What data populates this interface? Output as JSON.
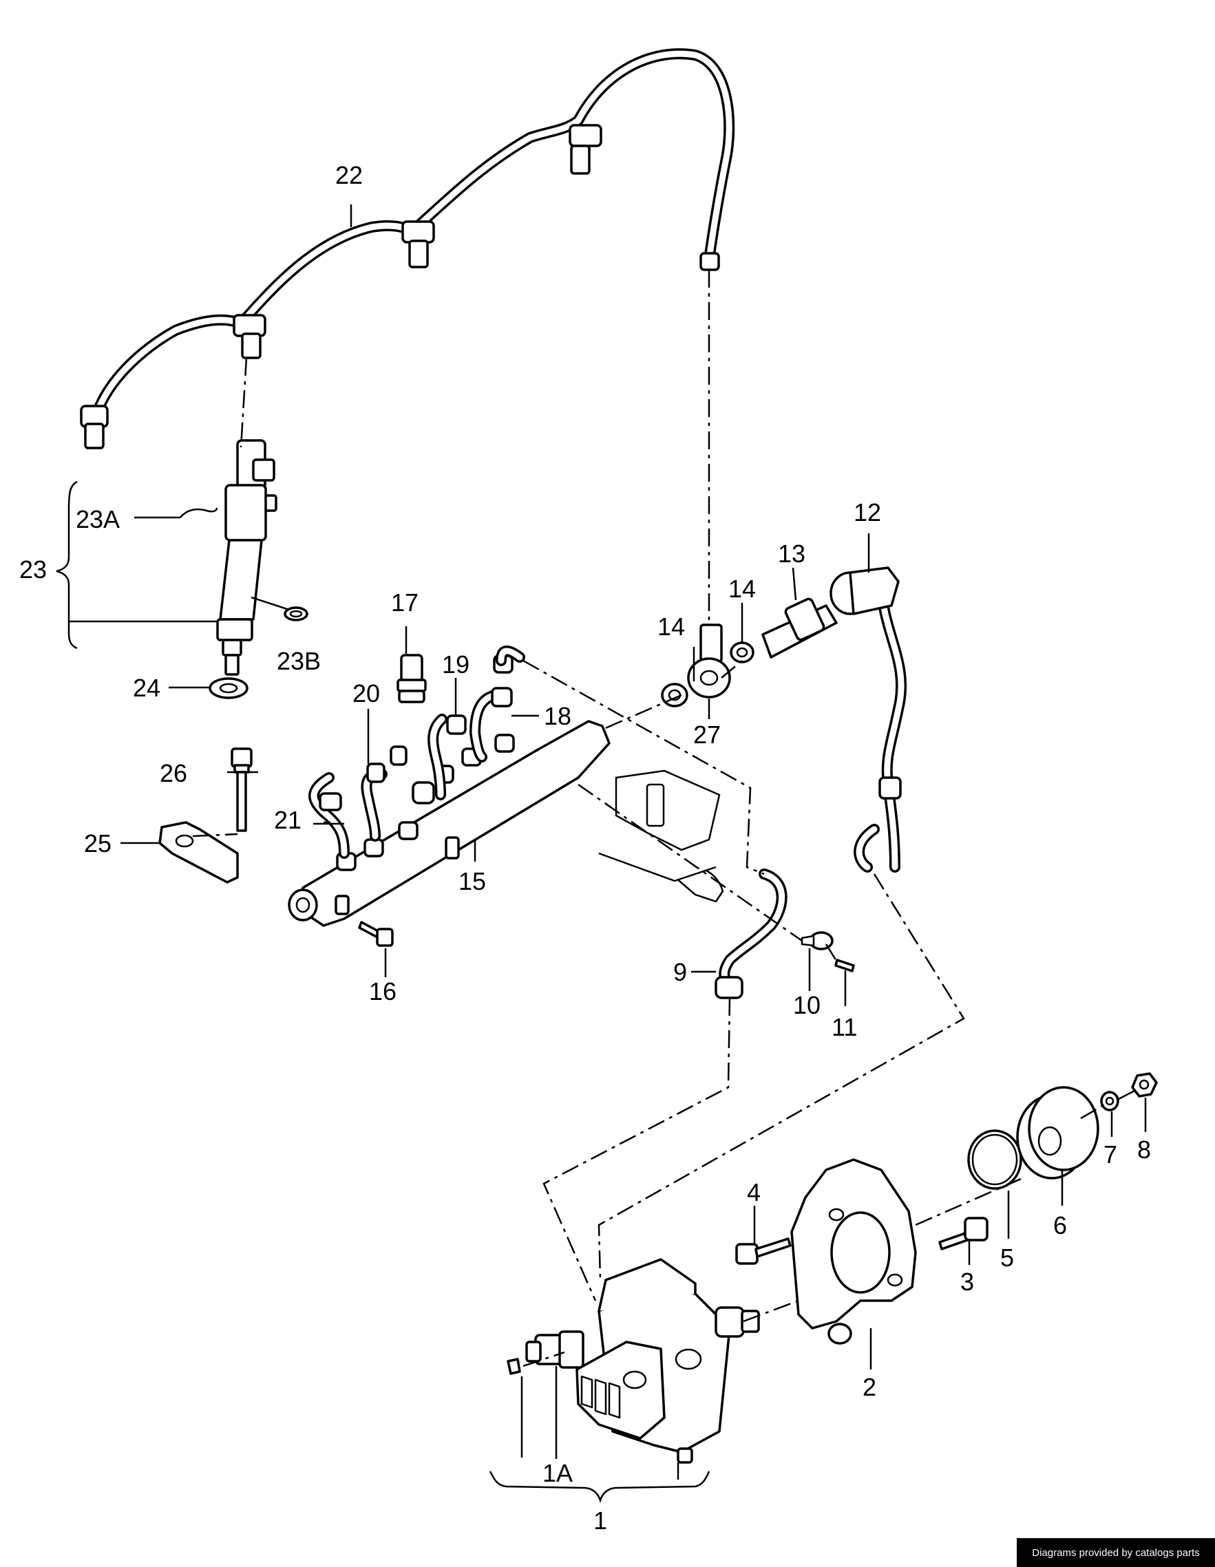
{
  "callouts": {
    "c1": "1",
    "c1A": "1A",
    "c2": "2",
    "c3": "3",
    "c4": "4",
    "c5": "5",
    "c6": "6",
    "c7": "7",
    "c8": "8",
    "c9": "9",
    "c10": "10",
    "c11": "11",
    "c12": "12",
    "c13": "13",
    "c14a": "14",
    "c14b": "14",
    "c15": "15",
    "c16": "16",
    "c17": "17",
    "c18": "18",
    "c19": "19",
    "c20": "20",
    "c21": "21",
    "c22": "22",
    "c23": "23",
    "c23A": "23A",
    "c23B": "23B",
    "c24": "24",
    "c25": "25",
    "c26": "26",
    "c27": "27"
  },
  "footer": {
    "credit": "Diagrams provided by catalogs parts"
  }
}
